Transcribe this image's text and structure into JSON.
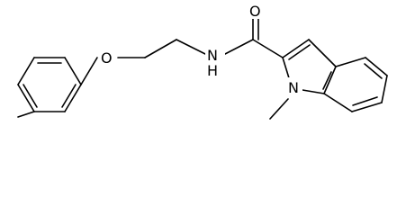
{
  "molecule": {
    "atoms": {
      "oxygen_ether": "O",
      "nitrogen_amide": "N",
      "hydrogen_amide": "H",
      "oxygen_carbonyl": "O",
      "nitrogen_indole": "N"
    }
  }
}
